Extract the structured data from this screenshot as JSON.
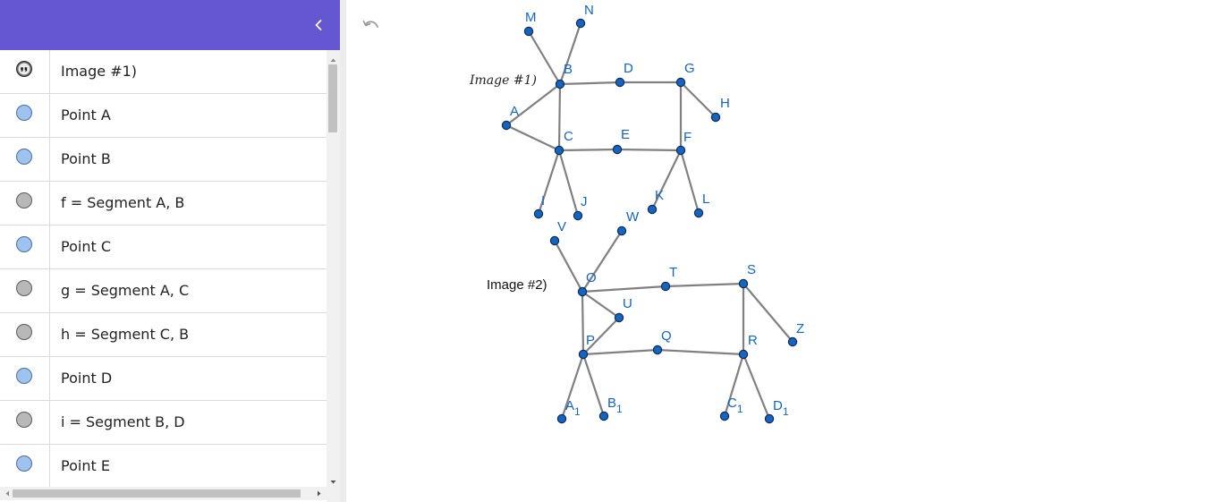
{
  "icons": {
    "collapse": "chevron-left-icon",
    "undo": "undo-icon",
    "image_marble": "quote-icon"
  },
  "colors": {
    "header": "#6557d2",
    "point_fill": "#1565c0",
    "segment": "#808080",
    "label": "#1565c0",
    "point_marble": "#9fc3f0",
    "segment_marble": "#b8b8b8"
  },
  "algebra": {
    "rows": [
      {
        "label": "Image #1)",
        "marble": "dark",
        "kind": "image"
      },
      {
        "label": "Point A",
        "marble": "blue",
        "kind": "point"
      },
      {
        "label": "Point B",
        "marble": "blue",
        "kind": "point"
      },
      {
        "label": "f = Segment A, B",
        "marble": "gray",
        "kind": "segment"
      },
      {
        "label": "Point C",
        "marble": "blue",
        "kind": "point"
      },
      {
        "label": "g = Segment A, C",
        "marble": "gray",
        "kind": "segment"
      },
      {
        "label": "h = Segment C, B",
        "marble": "gray",
        "kind": "segment"
      },
      {
        "label": "Point D",
        "marble": "blue",
        "kind": "point"
      },
      {
        "label": "i = Segment B, D",
        "marble": "gray",
        "kind": "segment"
      },
      {
        "label": "Point E",
        "marble": "blue",
        "kind": "point"
      }
    ]
  },
  "graphics": {
    "image_labels": {
      "image1": "Image #1)",
      "image2": "Image #2)"
    },
    "points": {
      "M": {
        "label": "M"
      },
      "N": {
        "label": "N"
      },
      "B": {
        "label": "B"
      },
      "D": {
        "label": "D"
      },
      "G": {
        "label": "G"
      },
      "H": {
        "label": "H"
      },
      "A": {
        "label": "A"
      },
      "C": {
        "label": "C"
      },
      "E": {
        "label": "E"
      },
      "F": {
        "label": "F"
      },
      "I": {
        "label": "I"
      },
      "J": {
        "label": "J"
      },
      "K": {
        "label": "K"
      },
      "L": {
        "label": "L"
      },
      "V": {
        "label": "V"
      },
      "W": {
        "label": "W"
      },
      "O": {
        "label": "O"
      },
      "T": {
        "label": "T"
      },
      "S": {
        "label": "S"
      },
      "U": {
        "label": "U"
      },
      "Z": {
        "label": "Z"
      },
      "P": {
        "label": "P"
      },
      "Q": {
        "label": "Q"
      },
      "R": {
        "label": "R"
      },
      "A1": {
        "label": "A",
        "sub": "1"
      },
      "B1": {
        "label": "B",
        "sub": "1"
      },
      "C1": {
        "label": "C",
        "sub": "1"
      },
      "D1": {
        "label": "D",
        "sub": "1"
      }
    }
  }
}
